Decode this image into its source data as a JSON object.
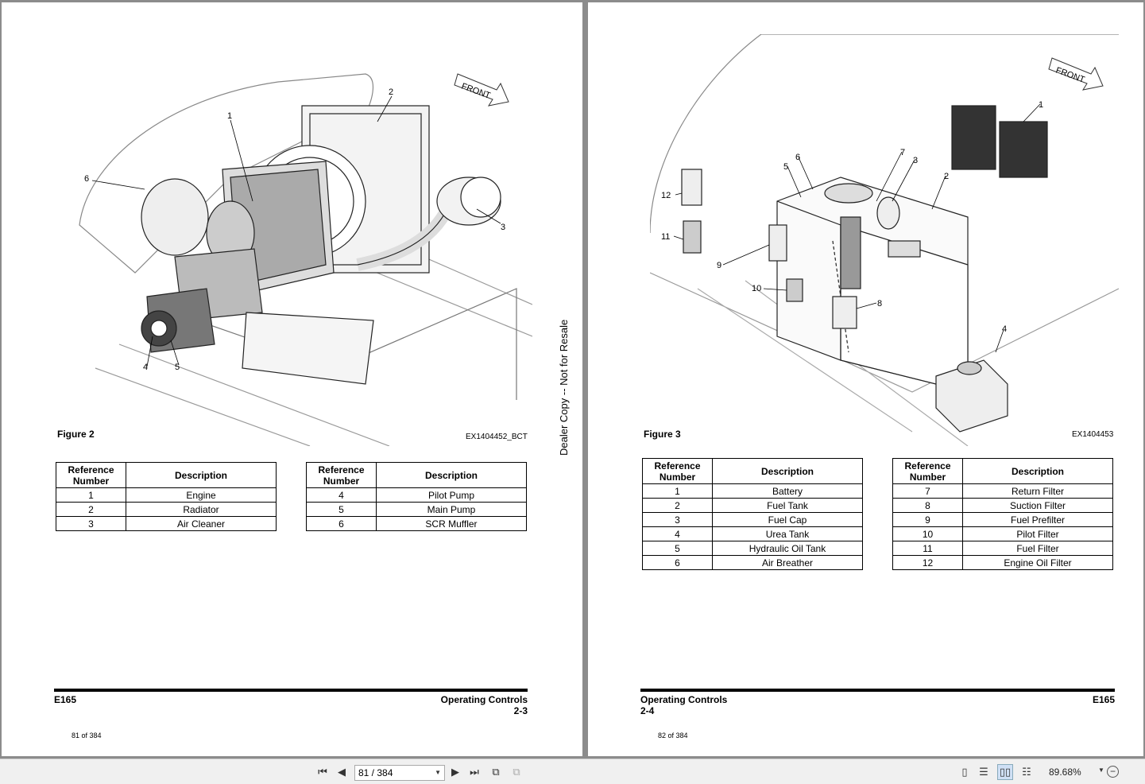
{
  "left_page": {
    "figure_caption": "Figure 2",
    "figure_code": "EX1404452_BCT",
    "callouts": [
      "1",
      "2",
      "3",
      "4",
      "5",
      "6"
    ],
    "front_label": "FRONT",
    "table_a": {
      "headers": [
        "Reference Number",
        "Description"
      ],
      "rows": [
        [
          "1",
          "Engine"
        ],
        [
          "2",
          "Radiator"
        ],
        [
          "3",
          "Air Cleaner"
        ]
      ]
    },
    "table_b": {
      "headers": [
        "Reference Number",
        "Description"
      ],
      "rows": [
        [
          "4",
          "Pilot Pump"
        ],
        [
          "5",
          "Main Pump"
        ],
        [
          "6",
          "SCR Muffler"
        ]
      ]
    },
    "footer_left": "E165",
    "footer_right_line1": "Operating Controls",
    "footer_right_line2": "2-3",
    "page_counter": "81 of 384"
  },
  "watermark": "Dealer Copy -- Not for Resale",
  "right_page": {
    "figure_caption": "Figure 3",
    "figure_code": "EX1404453",
    "callouts": [
      "1",
      "2",
      "3",
      "4",
      "5",
      "6",
      "7",
      "8",
      "9",
      "10",
      "11",
      "12"
    ],
    "front_label": "FRONT",
    "table_a": {
      "headers": [
        "Reference Number",
        "Description"
      ],
      "rows": [
        [
          "1",
          "Battery"
        ],
        [
          "2",
          "Fuel Tank"
        ],
        [
          "3",
          "Fuel Cap"
        ],
        [
          "4",
          "Urea Tank"
        ],
        [
          "5",
          "Hydraulic Oil Tank"
        ],
        [
          "6",
          "Air Breather"
        ]
      ]
    },
    "table_b": {
      "headers": [
        "Reference Number",
        "Description"
      ],
      "rows": [
        [
          "7",
          "Return Filter"
        ],
        [
          "8",
          "Suction Filter"
        ],
        [
          "9",
          "Fuel Prefilter"
        ],
        [
          "10",
          "Pilot Filter"
        ],
        [
          "11",
          "Fuel Filter"
        ],
        [
          "12",
          "Engine Oil Filter"
        ]
      ]
    },
    "footer_left_line1": "Operating Controls",
    "footer_left_line2": "2-4",
    "footer_right": "E165",
    "page_counter": "82 of 384"
  },
  "toolbar": {
    "page_field": "81 / 384",
    "zoom_value": "89.68%",
    "icons": [
      "first-page-icon",
      "previous-page-icon",
      "next-page-icon",
      "last-page-icon",
      "go-back-icon",
      "go-forward-icon",
      "single-page-view-icon",
      "continuous-view-icon",
      "two-page-view-icon",
      "two-page-continuous-view-icon",
      "zoom-out-icon"
    ]
  }
}
